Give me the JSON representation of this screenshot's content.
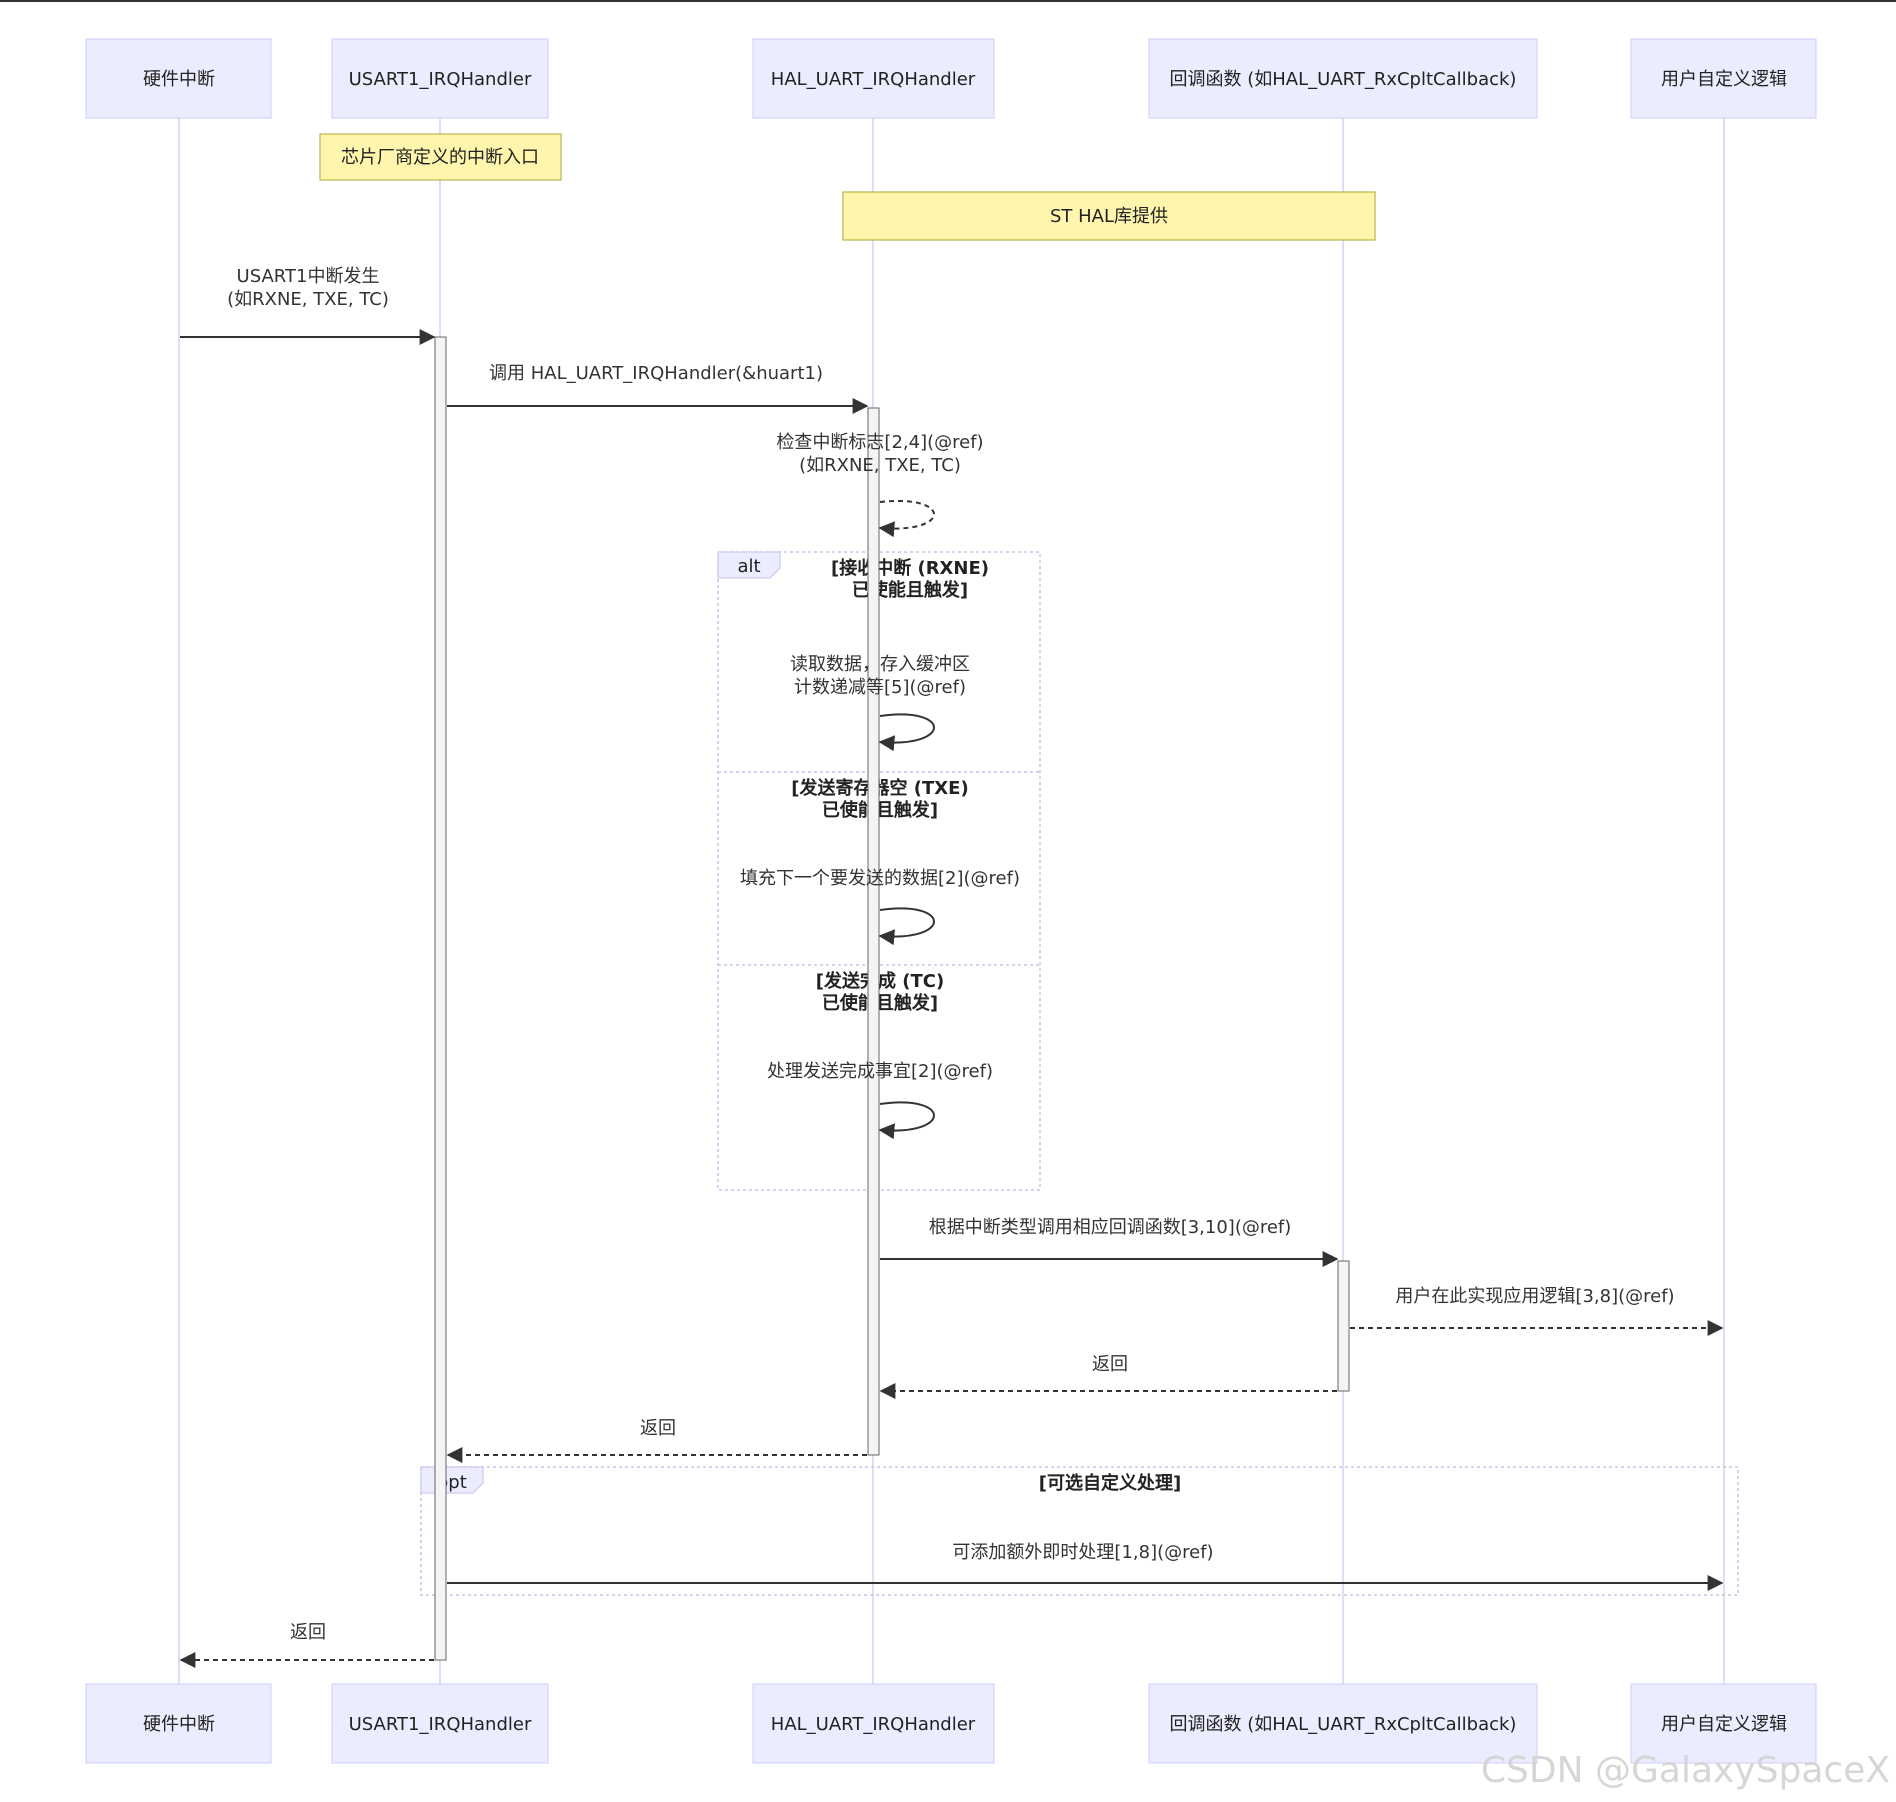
{
  "participants": [
    "硬件中断",
    "USART1_IRQHandler",
    "HAL_UART_IRQHandler",
    "回调函数 (如HAL_UART_RxCpltCallback)",
    "用户自定义逻辑"
  ],
  "notes": {
    "usart_entry": "芯片厂商定义的中断入口",
    "st_hal": "ST HAL库提供"
  },
  "messages": {
    "m1": [
      "USART1中断发生",
      "(如RXNE, TXE, TC)"
    ],
    "m2": "调用 HAL_UART_IRQHandler(&huart1)",
    "m3": [
      "检查中断标志[2,4](@ref)",
      "(如RXNE, TXE, TC)"
    ],
    "m4": [
      "读取数据，存入缓冲区",
      "计数递减等[5](@ref)"
    ],
    "m5": "填充下一个要发送的数据[2](@ref)",
    "m6": "处理发送完成事宜[2](@ref)",
    "m7": "根据中断类型调用相应回调函数[3,10](@ref)",
    "m8": "用户在此实现应用逻辑[3,8](@ref)",
    "m9": "返回",
    "m10": "返回",
    "m11": "可添加额外即时处理[1,8](@ref)",
    "m12": "返回"
  },
  "alt": {
    "label": "alt",
    "conditions": [
      [
        "[接收中断 (RXNE)",
        "已使能且触发]"
      ],
      [
        "[发送寄存器空 (TXE)",
        "已使能且触发]"
      ],
      [
        "[发送完成 (TC)",
        "已使能且触发]"
      ]
    ]
  },
  "opt": {
    "label": "opt",
    "condition": "[可选自定义处理]"
  },
  "watermark": "CSDN @GalaxySpaceX",
  "colors": {
    "actor_fill": "#ececff",
    "actor_stroke": "#ccccff",
    "lifeline": "#d8d0f0",
    "note_fill": "#fff5ad",
    "note_stroke": "#aaaa33",
    "line": "#333333",
    "activation_fill": "#f4f4f4",
    "frame": "#c8c0e8"
  }
}
